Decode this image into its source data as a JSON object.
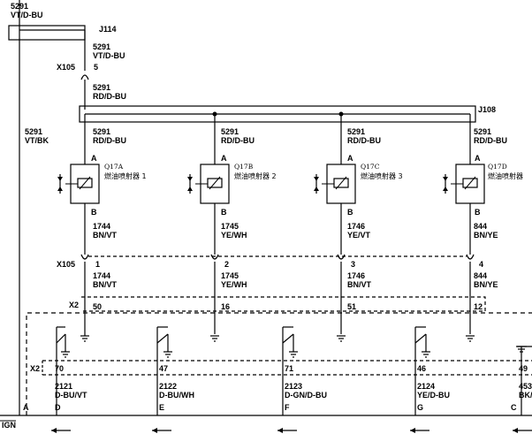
{
  "top_wire": {
    "circuit": "5291",
    "color": "VT/D-BU"
  },
  "splice_j114": "J114",
  "wire_after_j114": {
    "circuit": "5291",
    "color": "VT/D-BU"
  },
  "connector_x105": "X105",
  "x105_pin_top": "5",
  "wire_after_x105": {
    "circuit": "5291",
    "color": "RD/D-BU"
  },
  "splice_j108": "J108",
  "left_wire": {
    "circuit": "5291",
    "color": "VT/BK"
  },
  "injectors": [
    {
      "id": "Q17A",
      "name": "燃油喷射器 1",
      "feed": {
        "circuit": "5291",
        "color": "RD/D-BU"
      },
      "pin_a": "A",
      "pin_b": "B",
      "out": {
        "circuit": "1744",
        "color": "BN/VT"
      },
      "x105_pin": "1",
      "after_x105": {
        "circuit": "1744",
        "color": "BN/VT"
      },
      "x2_pin": "50"
    },
    {
      "id": "Q17B",
      "name": "燃油喷射器 2",
      "feed": {
        "circuit": "5291",
        "color": "RD/D-BU"
      },
      "pin_a": "A",
      "pin_b": "B",
      "out": {
        "circuit": "1745",
        "color": "YE/WH"
      },
      "x105_pin": "2",
      "after_x105": {
        "circuit": "1745",
        "color": "YE/WH"
      },
      "x2_pin": "16"
    },
    {
      "id": "Q17C",
      "name": "燃油喷射器 3",
      "feed": {
        "circuit": "5291",
        "color": "RD/D-BU"
      },
      "pin_a": "A",
      "pin_b": "B",
      "out": {
        "circuit": "1746",
        "color": "YE/VT"
      },
      "x105_pin": "3",
      "after_x105": {
        "circuit": "1746",
        "color": "BN/VT"
      },
      "x2_pin": "51"
    },
    {
      "id": "Q17D",
      "name": "燃油喷射器",
      "feed": {
        "circuit": "5291",
        "color": "RD/D-BU"
      },
      "pin_a": "A",
      "pin_b": "B",
      "out": {
        "circuit": "844",
        "color": "BN/YE"
      },
      "x105_pin": "4",
      "after_x105": {
        "circuit": "844",
        "color": "BN/YE"
      },
      "x2_pin": "12"
    }
  ],
  "connector_x2": "X2",
  "x2_lower_pins": [
    "70",
    "47",
    "71",
    "46",
    "49"
  ],
  "bottom_wires": [
    {
      "circuit": "2121",
      "color": "D-BU/VT",
      "pin": "D"
    },
    {
      "circuit": "2122",
      "color": "D-BU/WH",
      "pin": "E"
    },
    {
      "circuit": "2123",
      "color": "D-GN/D-BU",
      "pin": "F"
    },
    {
      "circuit": "2124",
      "color": "YE/D-BU",
      "pin": "G"
    },
    {
      "circuit": "453",
      "color": "BK/",
      "pin": "C"
    }
  ],
  "left_pin": "A",
  "ign_label": "IGN"
}
